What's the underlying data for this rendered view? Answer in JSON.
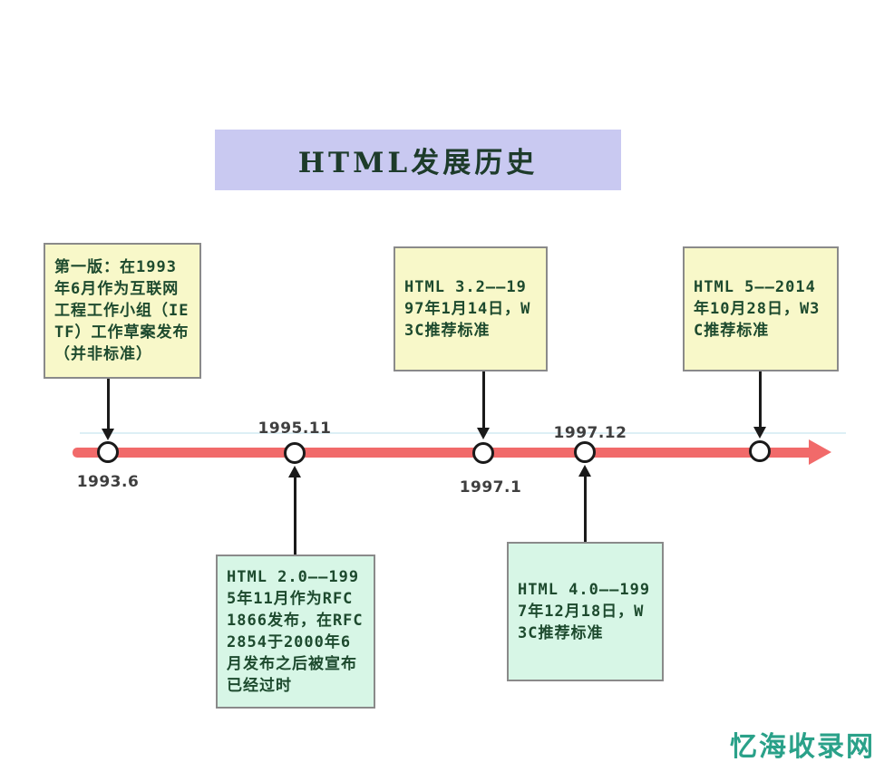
{
  "title": {
    "text": "HTML发展历史"
  },
  "events": {
    "first": {
      "text": "第一版：在1993年6月作为互联网工程工作小组（IETF）工作草案发布（并非标准）",
      "style": "yellow"
    },
    "html2": {
      "text": "HTML 2.0——1995年11月作为RFC 1866发布，在RFC 2854于2000年6月发布之后被宣布已经过时",
      "style": "green"
    },
    "html32": {
      "text": "HTML 3.2——1997年1月14日，W3C推荐标准",
      "style": "yellow"
    },
    "html4": {
      "text": "HTML 4.0——1997年12月18日，W3C推荐标准",
      "style": "green"
    },
    "html5": {
      "text": "HTML 5——2014年10月28日，W3C推荐标准",
      "style": "yellow"
    }
  },
  "timeline": {
    "dates": {
      "d1993_6": "1993.6",
      "d1995_11": "1995.11",
      "d1997_1": "1997.1",
      "d1997_12": "1997.12"
    },
    "node_count": 5
  },
  "watermark": {
    "text": "忆海收录网"
  },
  "colors": {
    "title_banner_bg": "#c9c9f1",
    "title_text": "#1d3b2a",
    "event_box_yellow_bg": "#f8f8c9",
    "event_box_green_bg": "#d7f6e6",
    "event_box_border": "#8a8a8a",
    "event_text": "#1d4a2e",
    "timeline_axis": "#f16a6a",
    "node_fill": "#ffffff",
    "node_border": "#1a1a1a",
    "date_label": "#3f3f3f",
    "connector": "#1a1a1a",
    "watermark_text": "#2aa189"
  }
}
